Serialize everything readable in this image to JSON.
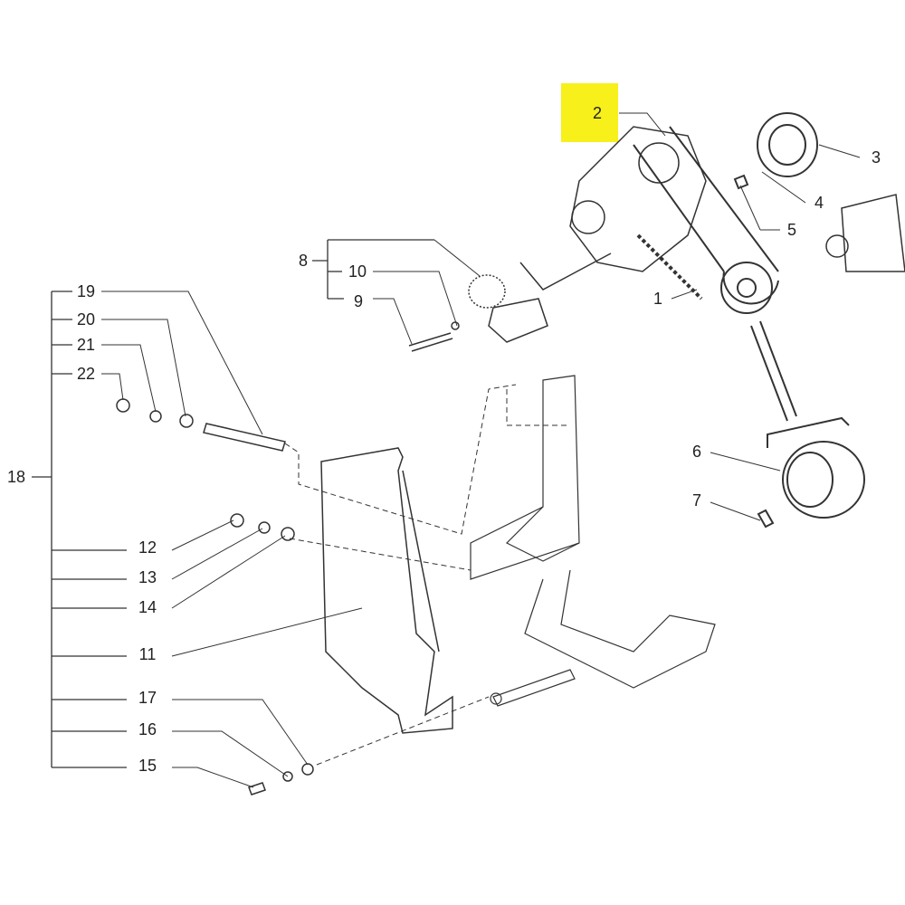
{
  "diagram": {
    "highlight_color": "#f7f01a",
    "highlighted_part": "2",
    "labels": [
      "1",
      "2",
      "3",
      "4",
      "5",
      "6",
      "7",
      "8",
      "9",
      "10",
      "11",
      "12",
      "13",
      "14",
      "15",
      "16",
      "17",
      "18",
      "19",
      "20",
      "21",
      "22"
    ]
  }
}
